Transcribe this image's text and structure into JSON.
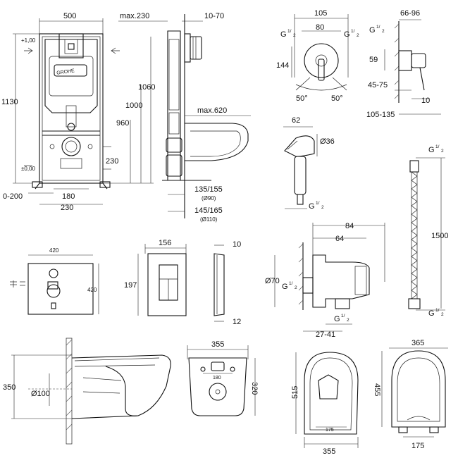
{
  "frame": {
    "width_dim": "500",
    "max_230": "max.230",
    "depth_10_70": "10-70",
    "height_1130": "1130",
    "height_1060": "1060",
    "height_1000": "1000",
    "height_960": "960",
    "max_620": "max.620",
    "dim_230": "230",
    "dim_0_200": "0-200",
    "dim_180": "180",
    "dim_230_bottom": "230",
    "plus_100": "+1,00",
    "zero_00": "±0,00",
    "dim_135_155": "135/155",
    "dim_90": "(Ø90)",
    "dim_145_165": "145/165",
    "dim_110": "(Ø110)",
    "logo": "GROHE"
  },
  "mixer": {
    "dim_105": "105",
    "dim_80": "80",
    "g_left": "G",
    "g_right": "G",
    "frac": "1/",
    "frac_den": "2",
    "dim_144": "144",
    "angle_left": "50°",
    "angle_right": "50°",
    "side_66_96": "66-96",
    "side_g": "G",
    "side_59": "59",
    "side_45_75": "45-75",
    "side_10": "10",
    "side_105_135": "105-135"
  },
  "sprayer": {
    "dim_62": "62",
    "dim_36": "Ø36",
    "g": "G"
  },
  "hose": {
    "g_top": "G",
    "length": "1500",
    "g_bottom": "G"
  },
  "panel": {
    "dim_420_w": "420",
    "dim_420_h": "420"
  },
  "plate": {
    "dim_156": "156",
    "dim_197": "197",
    "dim_10": "10",
    "dim_12": "12"
  },
  "elbow": {
    "dim_84": "84",
    "dim_64": "64",
    "dim_70": "Ø70",
    "g_left": "G",
    "g_bottom": "G",
    "dim_27_41": "27-41"
  },
  "bowl_side": {
    "dim_350": "350",
    "dim_100": "Ø100"
  },
  "bowl_back": {
    "dim_355": "355",
    "dim_180": "180",
    "dim_320": "320"
  },
  "bowl_top": {
    "dim_515": "515",
    "dim_175": "175",
    "dim_355": "355"
  },
  "seat": {
    "dim_365": "365",
    "dim_455": "455",
    "dim_175": "175"
  }
}
